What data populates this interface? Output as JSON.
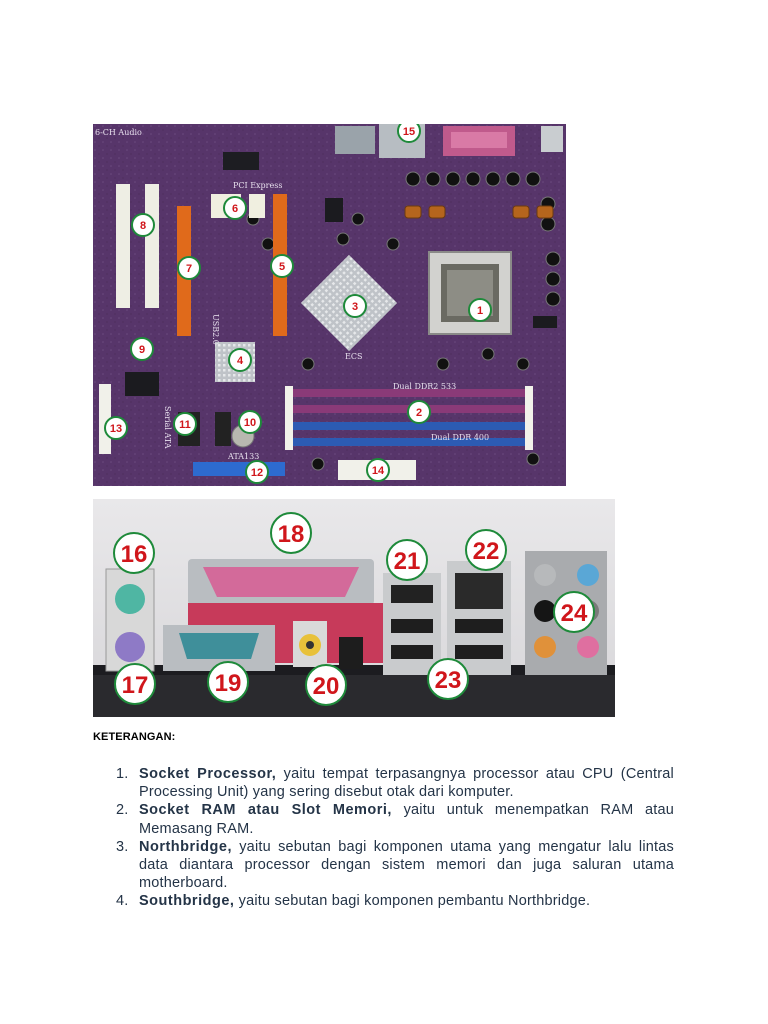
{
  "board": {
    "silk_labels": [
      "6-CH Audio",
      "PCI Express",
      "USB2.0",
      "Dual DDR2 533",
      "Dual DDR 400",
      "Serial ATA",
      "ATA133",
      "ECS"
    ],
    "callouts": [
      "1",
      "2",
      "3",
      "4",
      "5",
      "6",
      "7",
      "8",
      "9",
      "10",
      "11",
      "12",
      "13",
      "14",
      "15"
    ]
  },
  "panel": {
    "callouts": [
      "16",
      "17",
      "18",
      "19",
      "20",
      "21",
      "22",
      "23",
      "24"
    ]
  },
  "heading": "KETERANGAN:",
  "items": [
    {
      "num": "1.",
      "term": "Socket Processor,",
      "desc": " yaitu tempat terpasangnya processor atau CPU (Central Processing Unit) yang sering disebut otak dari komputer."
    },
    {
      "num": "2.",
      "term": "Socket RAM atau Slot Memori,",
      "desc": " yaitu untuk menempatkan RAM atau Memasang RAM."
    },
    {
      "num": "3.",
      "term": "Northbridge,",
      "desc": " yaitu sebutan bagi komponen utama yang mengatur lalu lintas data diantara processor dengan sistem memori dan juga saluran utama motherboard."
    },
    {
      "num": "4.",
      "term": "Southbridge,",
      "desc": " yaitu sebutan bagi komponen pembantu Northbridge."
    }
  ]
}
